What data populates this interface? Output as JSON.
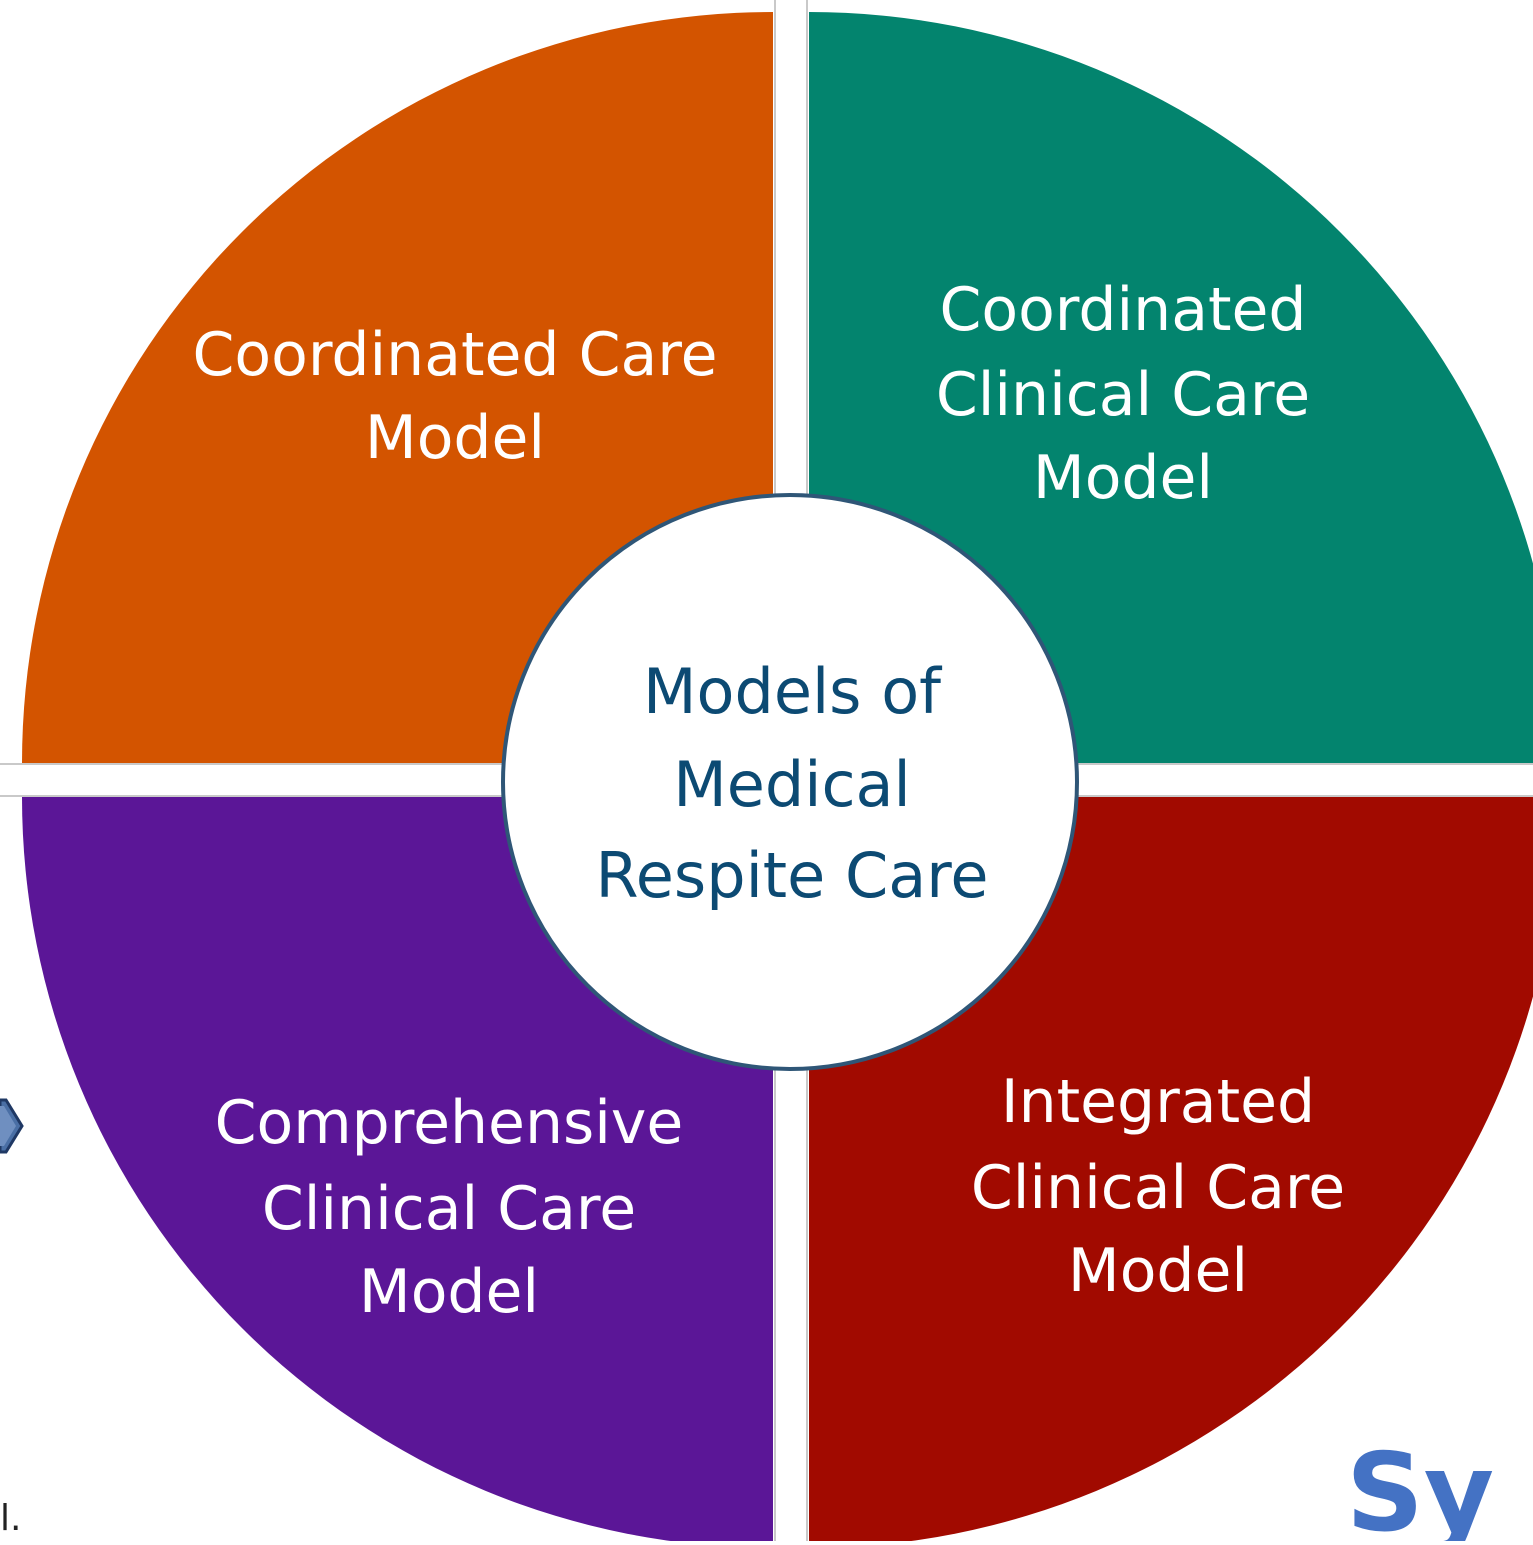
{
  "colors": {
    "coordinated_care": "#d35400",
    "coordinated_clinical": "#03846e",
    "comprehensive_clinical": "#5b1697",
    "integrated_clinical": "#a10a00",
    "center_text": "#0c4a73",
    "center_border": "#2f5677",
    "quadrant_text": "#ffffff",
    "brand_text": "#4472c4",
    "arrow_border": "#1f3864",
    "arrow_fill": "#4a6fa5"
  },
  "center": {
    "line1": "Models of",
    "line2": "Medical",
    "line3": "Respite Care"
  },
  "quadrants": {
    "top_left": {
      "line1": "Coordinated Care",
      "line2": "Model"
    },
    "top_right": {
      "line1": "Coordinated",
      "line2": "Clinical Care",
      "line3": "Model"
    },
    "bottom_left": {
      "line1": "Comprehensive",
      "line2": "Clinical Care",
      "line3": "Model"
    },
    "bottom_right": {
      "line1": "Integrated",
      "line2": "Clinical Care",
      "line3": "Model"
    }
  },
  "fragments": {
    "brand": "Sy",
    "bottom_left_text": "l."
  },
  "icons": {
    "left_arrow": "chevron-right-icon"
  }
}
